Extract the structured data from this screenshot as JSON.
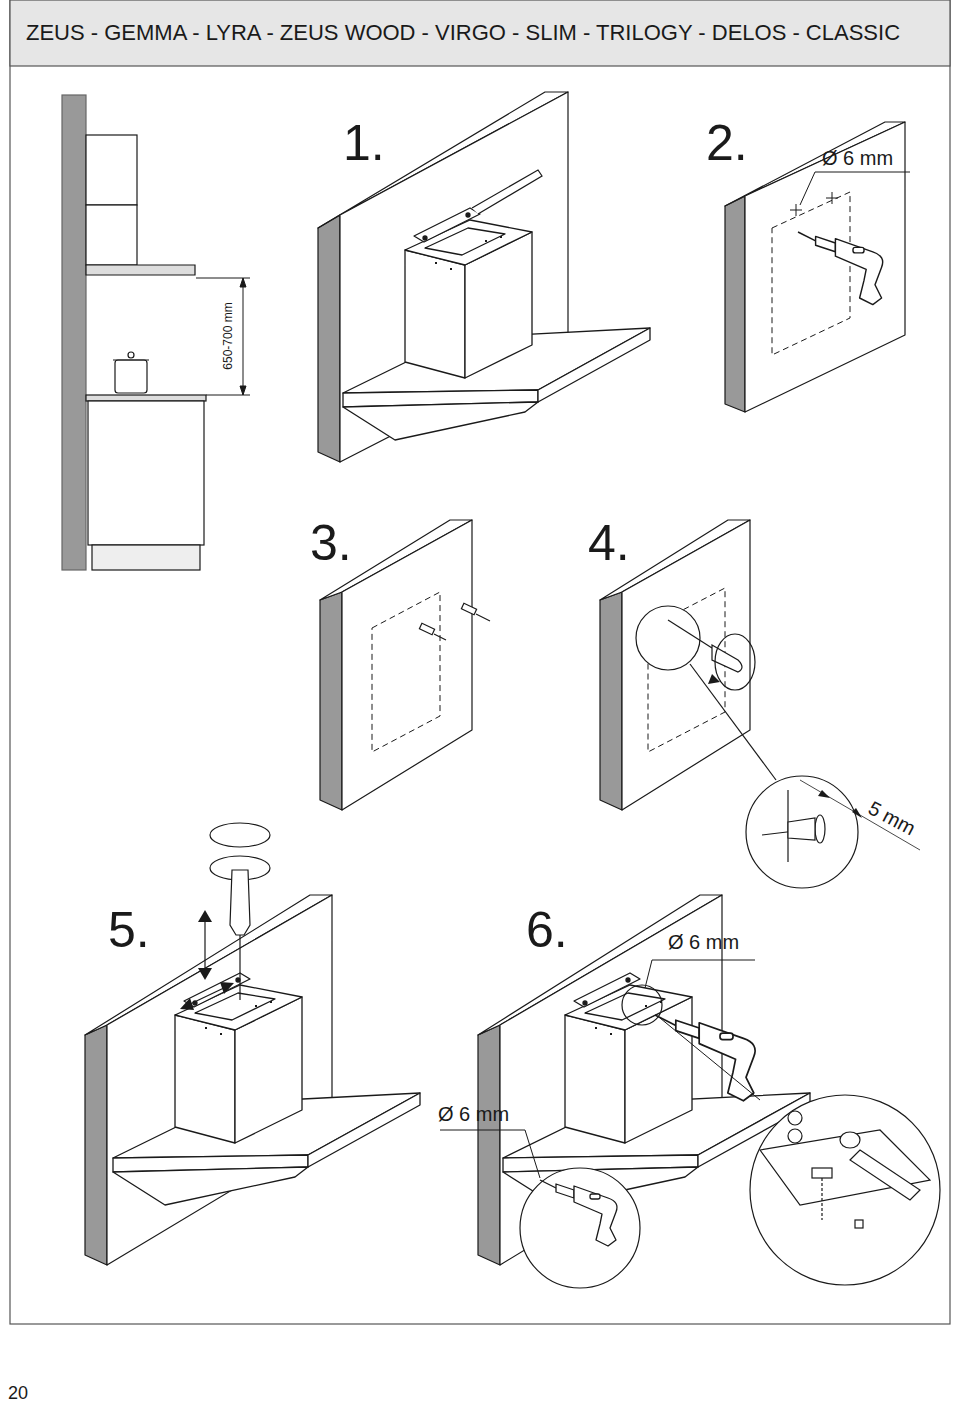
{
  "diagram": {
    "title": "ZEUS - GEMMA - LYRA - ZEUS WOOD - VIRGO - SLIM - TRILOGY - DELOS - CLASSIC",
    "labels": [
      "1.",
      "2.",
      "Ø 6 mm",
      "650-700 mm",
      "3.",
      "4.",
      "5 mm",
      "5.",
      "6.",
      "Ø 6 mm",
      "Ø 6 mm",
      "20"
    ]
  }
}
